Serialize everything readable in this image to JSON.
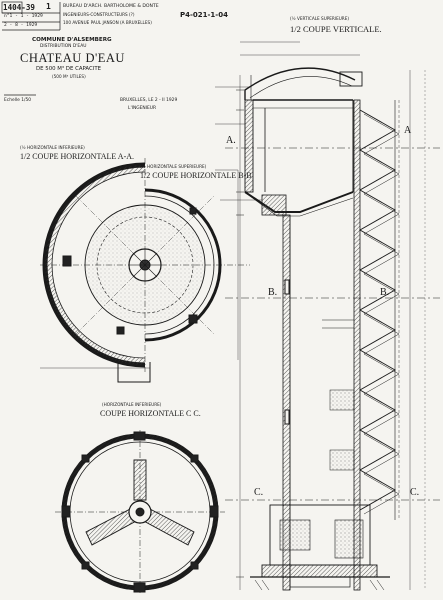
{
  "sheet": {
    "ref_number": "1404-39",
    "ref_suffix": "1",
    "stamp_lines": [
      "n°1 - 1 - 1929",
      "2 - 8 - 1929"
    ],
    "catalog_number": "P4-021-1-04",
    "office_lines": [
      "BUREAU D'ARCH.  BARTHOLOME & DONTE",
      "INGENIEURS-CONSTRUCTEURS (?)",
      "100 AVENUE PAUL JANSON (A BRUXELLES)"
    ],
    "commune": "COMMUNE D'ALSEMBERG",
    "commune_sub": "DISTRIBUTION D'EAU",
    "title": "CHATEAU D'EAU",
    "capacity": "DE 500 M³ DE CAPACITE",
    "capacity_sub": "(500 M³ UTILES)",
    "scale_note": "Echelle 1/50",
    "date_note": "BRUXELLES, LE 2 - II 1929",
    "signature_note": "L'INGENIEUR"
  },
  "sections": {
    "aa_title": "1/2 COUPE HORIZONTALE A-A.",
    "aa_small": "(½ HORIZONTALE INFERIEURE)",
    "bb_title": "1/2 COUPE HORIZONTALE B-B",
    "bb_small": "(½ HORIZONTALE SUPERIEURE)",
    "cc_title": "COUPE HORIZONTALE C C.",
    "cc_small": "(HORIZONTALE INFERIEURE)",
    "vert_title": "1/2 COUPE VERTICALE.",
    "vert_small": "(½ VERTICALE SUPERIEURE)"
  },
  "markers": {
    "a_left": "A.",
    "a_right": "A",
    "b_left": "B.",
    "b_right": "B.",
    "c_left": "C.",
    "c_right": "C."
  }
}
